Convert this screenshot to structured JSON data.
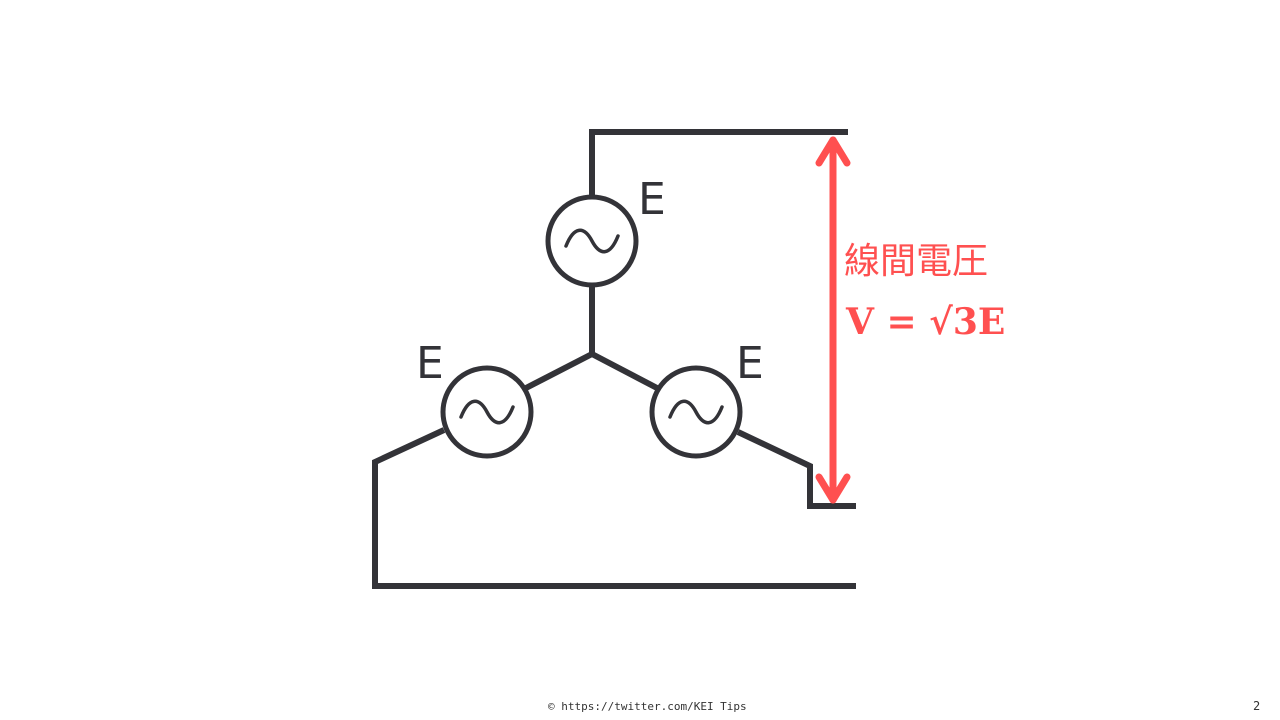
{
  "labels": {
    "source_top": "E",
    "source_left": "E",
    "source_right": "E",
    "line_voltage_title": "線間電圧",
    "line_voltage_formula": "V = √3E"
  },
  "colors": {
    "wire": "#333338",
    "accent": "#ff5050"
  },
  "footer": {
    "credit": "© https://twitter.com/KEI Tips",
    "page_number": "2"
  }
}
